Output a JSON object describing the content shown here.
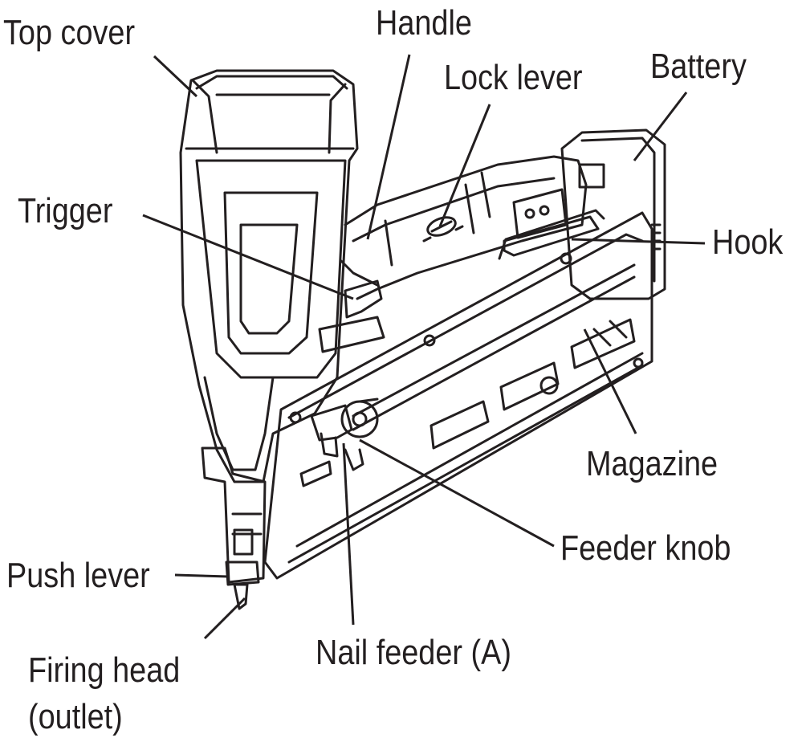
{
  "colors": {
    "ink": "#231f20",
    "paper": "#ffffff"
  },
  "labels": {
    "top_cover": "Top cover",
    "handle": "Handle",
    "lock_lever": "Lock lever",
    "battery": "Battery",
    "trigger": "Trigger",
    "hook": "Hook",
    "magazine": "Magazine",
    "feeder_knob": "Feeder knob",
    "push_lever": "Push lever",
    "nail_feeder_a": "Nail feeder (A)",
    "firing_head_line1": "Firing head",
    "firing_head_line2": "(outlet)"
  }
}
